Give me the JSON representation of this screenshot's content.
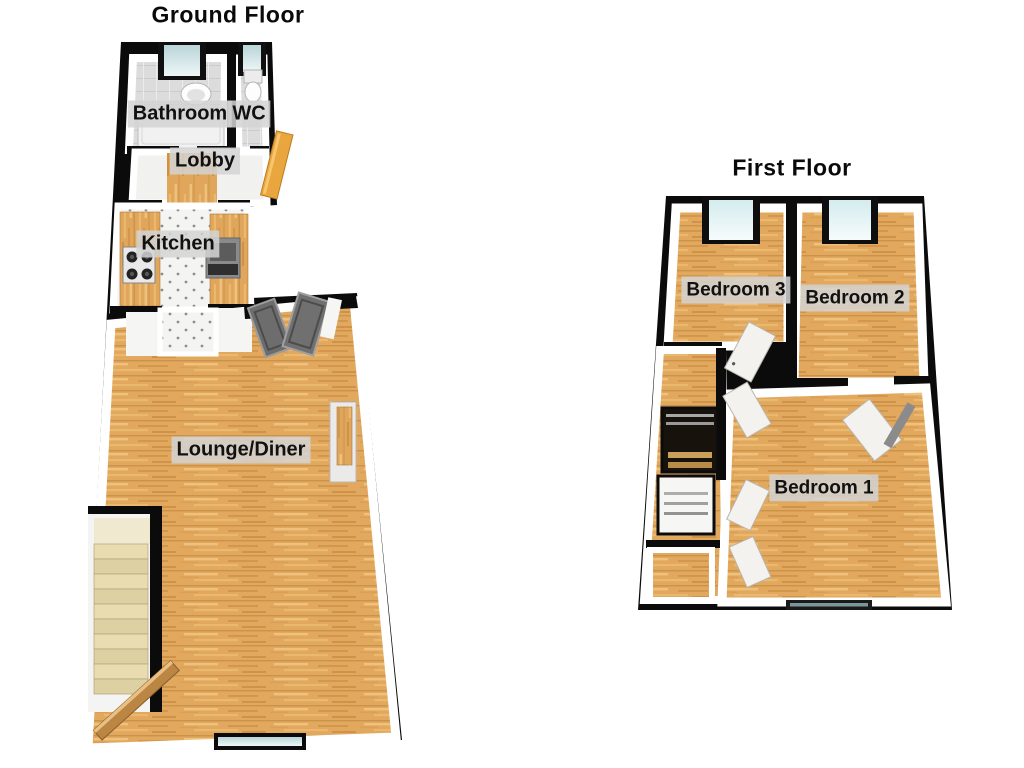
{
  "ground_floor": {
    "title": "Ground Floor",
    "labels": {
      "bathroom": "Bathroom",
      "wc": "WC",
      "lobby": "Lobby",
      "kitchen": "Kitchen",
      "lounge": "Lounge/Diner"
    }
  },
  "first_floor": {
    "title": "First Floor",
    "labels": {
      "bedroom3": "Bedroom 3",
      "bedroom2": "Bedroom 2",
      "bedroom1": "Bedroom 1"
    }
  },
  "colors": {
    "wall": "#0b0b0b",
    "wood_floor": "#e1a85e",
    "wood_streak_dark": "#c5883c",
    "kitchen_floor": "#f4f4f2",
    "bathroom_tile": "#dcdcdc",
    "window_glass": "#cfe4e8",
    "window_glass_light": "#ddeff1",
    "front_door": "#eaa63e",
    "interior_door_gray": "#6d6d6d",
    "interior_door_white": "#f4f2ee",
    "stairs": "#e9dcb0",
    "label_background": "rgba(212,212,212,0.85)",
    "text": "#0a0a0a"
  },
  "fixtures": {
    "front_door": "front-door",
    "bathroom_sink": "bathroom-sink",
    "toilet": "toilet",
    "bath": "bathtub",
    "stove": "stove-hob",
    "kitchen_sink": "kitchen-sink",
    "staircase": "staircase",
    "fireplace": "fireplace",
    "wardrobe": "wardrobe-rail",
    "stairwell": "stairwell-opening"
  }
}
